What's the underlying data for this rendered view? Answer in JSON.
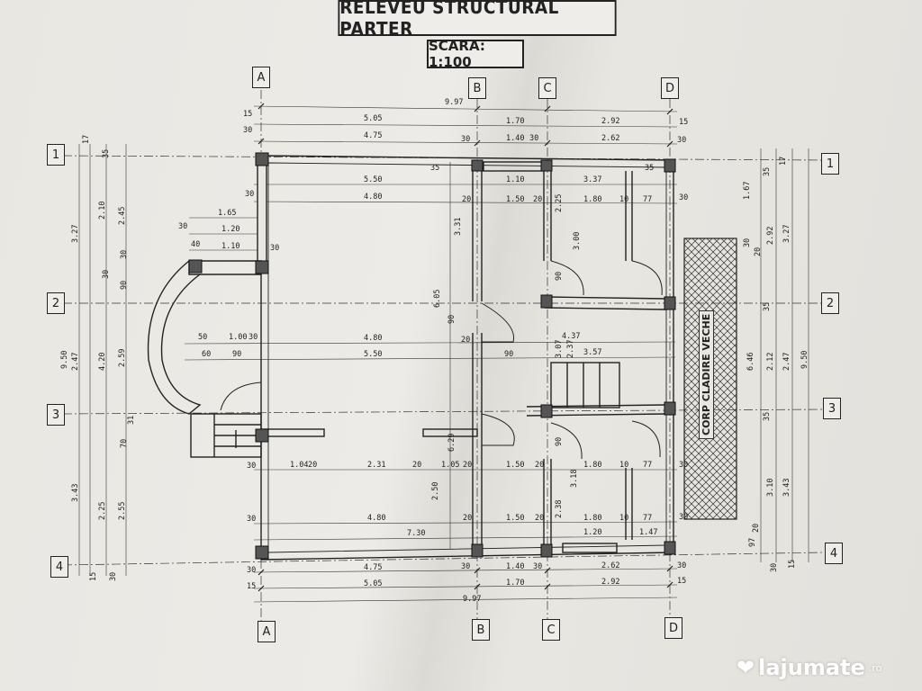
{
  "drawing": {
    "title": "RELEVEU STRUCTURAL PARTER",
    "scale": "SCARA: 1:100",
    "annex_label": "CORP CLADIRE VECHE"
  },
  "axes": {
    "columns": [
      "A",
      "B",
      "C",
      "D"
    ],
    "rows": [
      "1",
      "2",
      "3",
      "4"
    ]
  },
  "dimensions": {
    "top_total": "9.97",
    "top_row1": [
      "15",
      "5.05",
      "1.70",
      "2.92",
      "15"
    ],
    "top_row2": [
      "30",
      "4.75",
      "30",
      "1.40",
      "30",
      "2.62",
      "30"
    ],
    "room_row1": [
      "35",
      "5.50",
      "1.10",
      "3.37",
      "35"
    ],
    "room_row2": [
      "30",
      "4.80",
      "20",
      "1.50",
      "20",
      "1.80",
      "10",
      "77",
      "30"
    ],
    "left_porch": [
      "1.65",
      "30",
      "1.20",
      "40",
      "1.10",
      "30"
    ],
    "mid_row1": [
      "50",
      "1.00",
      "30",
      "4.80",
      "20",
      "4.37"
    ],
    "mid_row2": [
      "60",
      "90",
      "5.50",
      "90",
      "3.57"
    ],
    "low_row1": [
      "30",
      "1.04",
      "20",
      "2.31",
      "20",
      "1.05",
      "20",
      "1.50",
      "20",
      "1.80",
      "10",
      "77",
      "30"
    ],
    "low_row2": [
      "30",
      "4.80",
      "20",
      "1.50",
      "20",
      "1.80",
      "10",
      "77",
      "30"
    ],
    "low_row3": [
      "7.30",
      "1.20",
      "1.47"
    ],
    "bottom_row1": [
      "30",
      "4.75",
      "30",
      "1.40",
      "30",
      "2.62",
      "30"
    ],
    "bottom_row2": [
      "15",
      "5.05",
      "1.70",
      "2.92",
      "15"
    ],
    "bottom_total": "9.97",
    "left_vertical_a": [
      "3.27",
      "2.47",
      "3.43"
    ],
    "left_vertical_b": [
      "2.10",
      "4.20",
      "2.25"
    ],
    "left_vertical_c": [
      "2.45",
      "2.59",
      "2.55"
    ],
    "left_total": "9.50",
    "left_small": [
      "17",
      "35",
      "30",
      "30",
      "90",
      "31",
      "70",
      "30",
      "15"
    ],
    "right_vertical_a": [
      "1.67",
      "2.92",
      "2.12",
      "3.10",
      "97"
    ],
    "right_vertical_b": [
      "3.27",
      "2.47",
      "3.43"
    ],
    "right_total": "9.50",
    "right_small": [
      "17",
      "35",
      "30",
      "20",
      "35",
      "35",
      "20",
      "30",
      "15"
    ],
    "interior_vertical": [
      "3.31",
      "6.05",
      "90",
      "6.29",
      "2.50",
      "3.00",
      "90",
      "3.07",
      "2.37",
      "90",
      "3.18",
      "2.38",
      "2.25",
      "6.46"
    ]
  },
  "watermark": {
    "brand": "lajumate",
    "suffix": ".ro"
  }
}
